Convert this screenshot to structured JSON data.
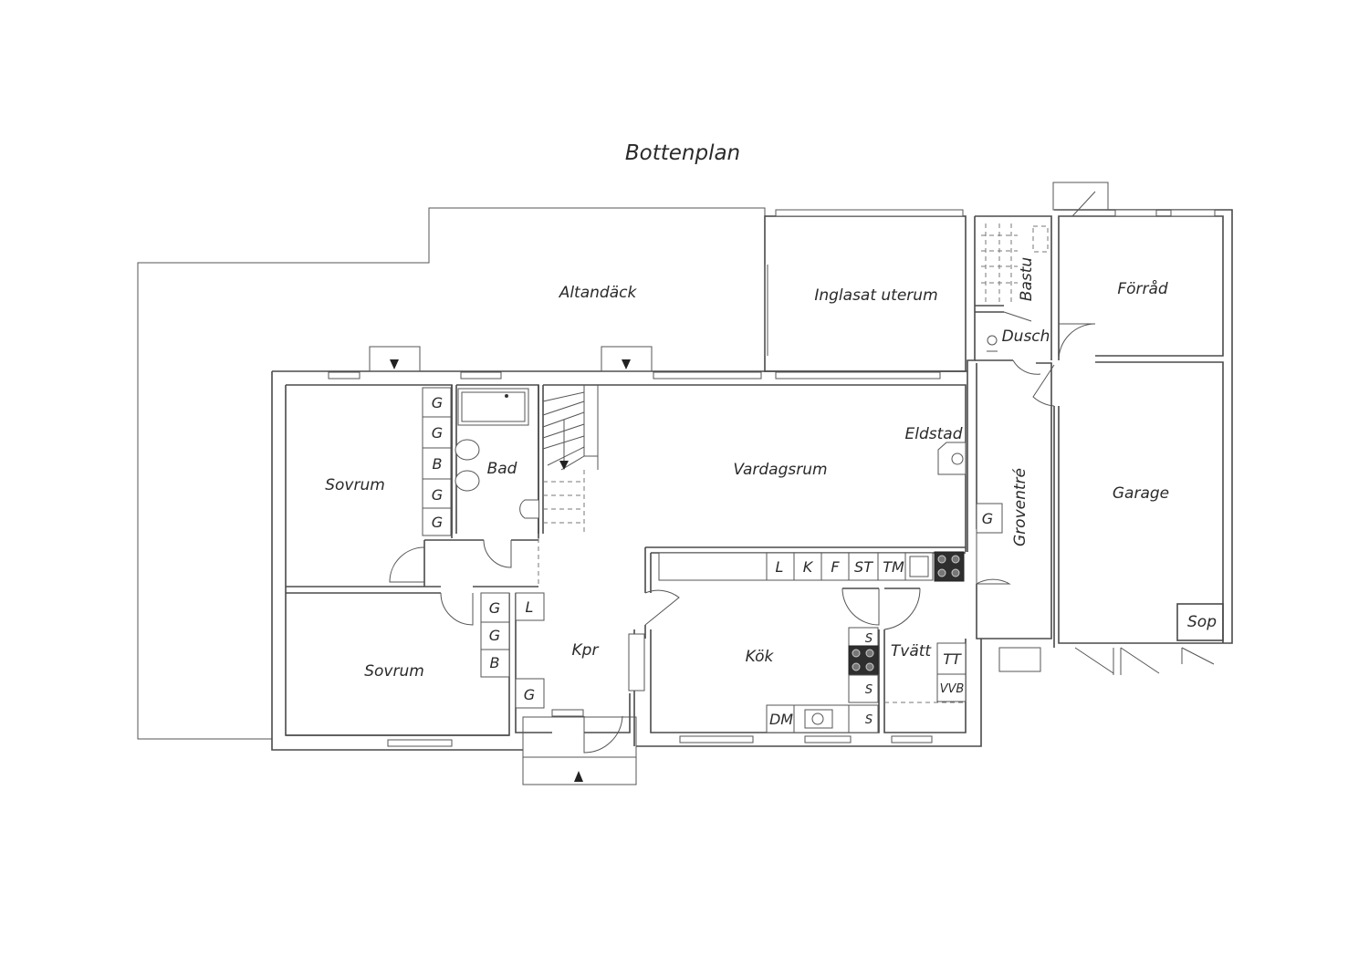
{
  "title": "Bottenplan",
  "rooms": {
    "altandack": "Altandäck",
    "uterum": "Inglasat uterum",
    "bastu": "Bastu",
    "dusch": "Dusch",
    "forrad": "Förråd",
    "sovrum1": "Sovrum",
    "sovrum2": "Sovrum",
    "bad": "Bad",
    "vardagsrum": "Vardagsrum",
    "eldstad": "Eldstad",
    "groventre": "Groventré",
    "garage": "Garage",
    "kpr": "Kpr",
    "kok": "Kök",
    "tvatt": "Tvätt",
    "sop": "Sop"
  },
  "fixtures": {
    "g": "G",
    "b": "B",
    "l": "L",
    "k": "K",
    "f": "F",
    "st": "ST",
    "tm": "TM",
    "s": "S",
    "dm": "DM",
    "tt": "TT",
    "vvb": "VVB"
  }
}
